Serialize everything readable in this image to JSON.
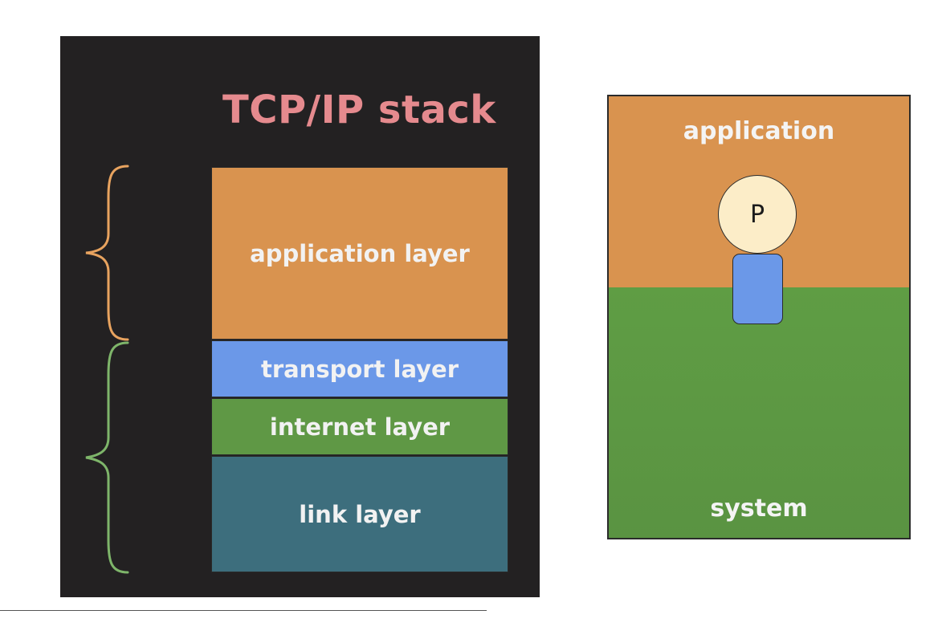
{
  "left_diagram": {
    "title": "TCP/IP stack",
    "layers": [
      {
        "label": "application layer",
        "color": "#d9934f"
      },
      {
        "label": "transport layer",
        "color": "#6b98e8"
      },
      {
        "label": "internet layer",
        "color": "#5f9845"
      },
      {
        "label": "link layer",
        "color": "#3d6e7d"
      }
    ],
    "brace_colors": {
      "upper": "#e8a35f",
      "lower": "#7eb56a"
    }
  },
  "right_diagram": {
    "regions": [
      {
        "label": "application",
        "color": "#d9934f"
      },
      {
        "label": "system",
        "color": "#5f9d44"
      }
    ],
    "process": {
      "label": "P",
      "color": "#fcedc8"
    },
    "socket": {
      "color": "#6b98e8"
    }
  }
}
